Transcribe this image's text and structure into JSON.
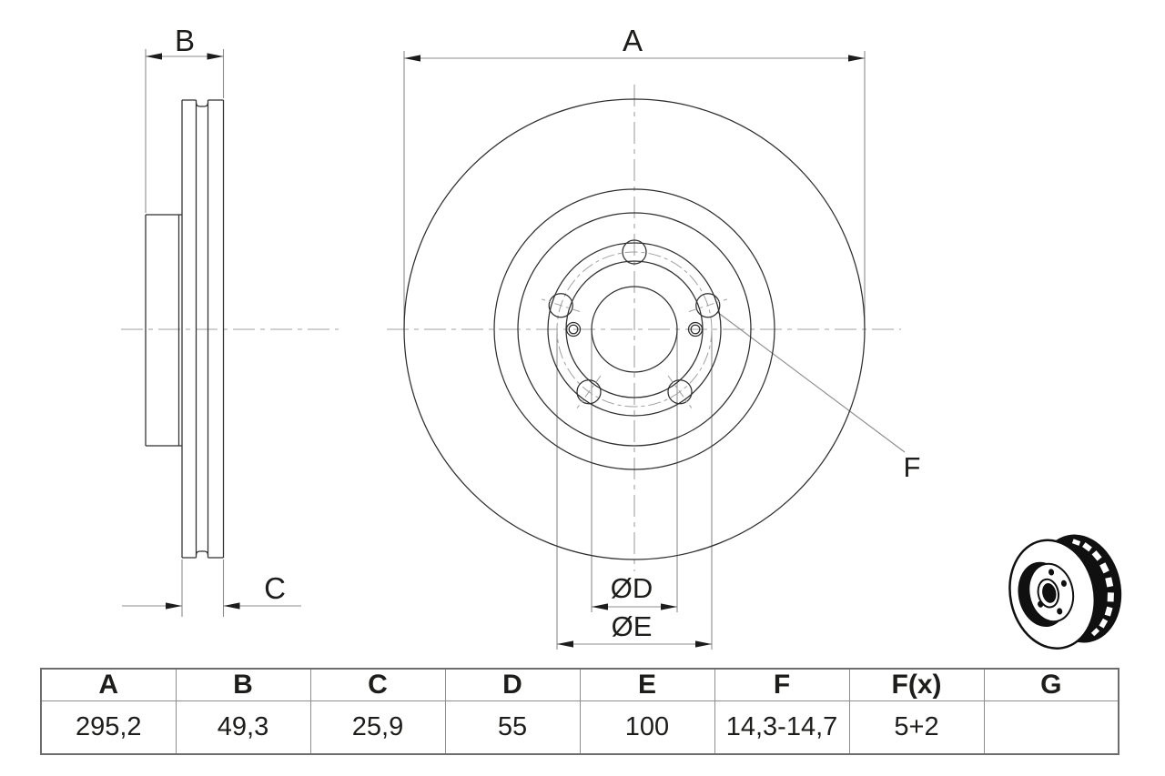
{
  "drawing": {
    "labels": {
      "A": "A",
      "B": "B",
      "C": "C",
      "F": "F",
      "OD": "ØD",
      "OE": "ØE"
    },
    "views": {
      "side_view": "brake-disc-side-section",
      "front_view": "brake-disc-front",
      "icon": "vented-brake-disc-3d"
    },
    "bolt_holes_count": 5,
    "screw_holes_count": 2
  },
  "table": {
    "headers": [
      "A",
      "B",
      "C",
      "D",
      "E",
      "F",
      "F(x)",
      "G"
    ],
    "values": [
      "295,2",
      "49,3",
      "25,9",
      "55",
      "100",
      "14,3-14,7",
      "5+2",
      ""
    ]
  },
  "colors": {
    "background": "#ffffff",
    "outline": "#2f2f2f",
    "dimension_line": "#8c8c8c",
    "centerline": "#a0a0a0",
    "arrowhead": "#1c1c1c",
    "table_border": "#8f8f8f",
    "text": "#1d1d1b"
  }
}
